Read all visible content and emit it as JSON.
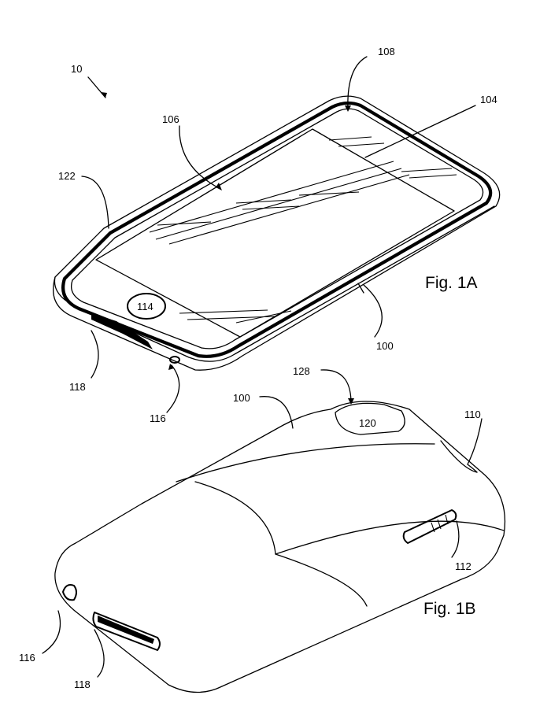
{
  "figure_1a": {
    "caption": "Fig. 1A",
    "labels": {
      "r10": "10",
      "r108": "108",
      "r104": "104",
      "r106": "106",
      "r122": "122",
      "r114": "114",
      "r100": "100",
      "r118": "118",
      "r116": "116"
    }
  },
  "figure_1b": {
    "caption": "Fig. 1B",
    "labels": {
      "r128": "128",
      "r100": "100",
      "r120": "120",
      "r110": "110",
      "r112": "112",
      "r116": "116",
      "r118": "118"
    }
  }
}
